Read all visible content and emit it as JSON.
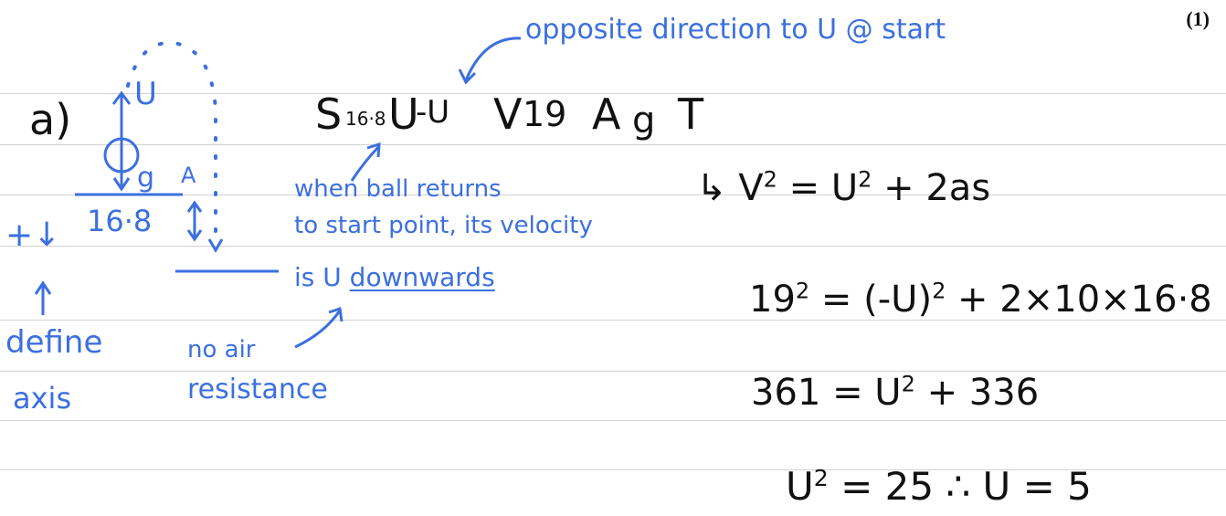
{
  "marks": "(1)",
  "part_label": "a)",
  "diagram": {
    "u_label": "U",
    "g_label": "g",
    "a_label": "A",
    "height_label": "16·8",
    "axis_label": "+↓"
  },
  "variables": {
    "s": "S",
    "s_val": "16·8",
    "u": "U",
    "u_val": "-U",
    "v": "V",
    "v_val": "19",
    "a": "A",
    "a_val": "g",
    "t": "T"
  },
  "annotations": {
    "opposite": "opposite direction to U @ start",
    "returns_1": "when ball returns",
    "returns_2": "to start point, its velocity",
    "returns_3a": "is U ",
    "returns_3b": "downwards",
    "define_1": "define",
    "define_2": "axis",
    "noair_1": "no air",
    "noair_2": "resistance"
  },
  "working": {
    "arrow": "↳",
    "eq1_a": "V",
    "eq1_b": " = U",
    "eq1_c": " + 2as",
    "eq2_a": "19",
    "eq2_b": " = (-U)",
    "eq2_c": " + 2×10×16·8",
    "eq3_a": "361 = U",
    "eq3_b": " + 336",
    "eq4_a": "U",
    "eq4_b": " = 25  ∴  U = 5",
    "sq": "2"
  }
}
